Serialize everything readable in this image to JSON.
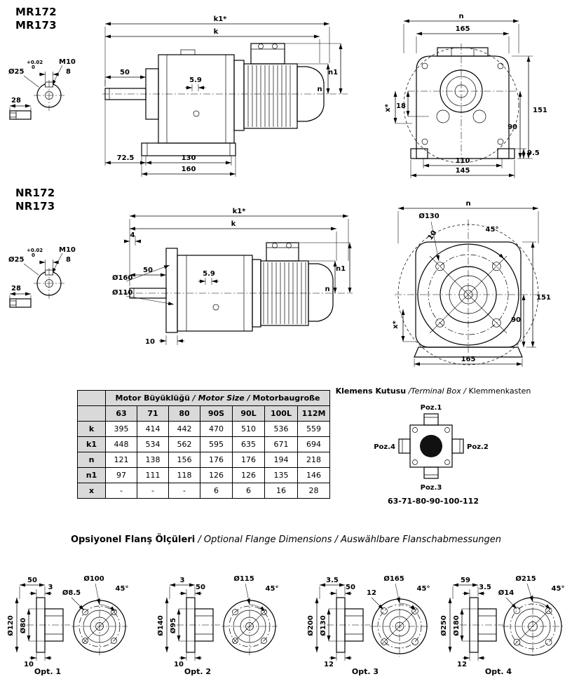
{
  "mr": {
    "title1": "MR172",
    "title2": "MR173",
    "shaft": {
      "tol_top": "+0.02",
      "tol_bot": "0",
      "dia": "Ø25",
      "thread": "M10",
      "key": "8",
      "len": "28"
    },
    "side": {
      "k1": "k1*",
      "k": "k",
      "shaft_len": "50",
      "step": "5.9",
      "n1": "n1",
      "n": "n",
      "foot1": "72.5",
      "foot2": "130",
      "foot3": "160"
    },
    "front": {
      "n": "n",
      "w165": "165",
      "h151": "151",
      "h90": "90",
      "h18": "18",
      "x": "x*",
      "h95": "9.5",
      "w110": "110",
      "w145": "145"
    }
  },
  "nr": {
    "title1": "NR172",
    "title2": "NR173",
    "shaft": {
      "tol_top": "+0.02",
      "tol_bot": "0",
      "dia": "Ø25",
      "thread": "M10",
      "key": "8",
      "len": "28"
    },
    "side": {
      "k1": "k1*",
      "k": "k",
      "gap": "4",
      "shaft_len": "50",
      "step": "5.9",
      "flange_dia": "Ø160",
      "hub_dia": "Ø110",
      "n1": "n1",
      "n": "n",
      "thk": "10"
    },
    "front": {
      "n": "n",
      "bolt_circle": "Ø130",
      "hole": "10",
      "angle": "45°",
      "h151": "151",
      "h90": "90",
      "x": "x*",
      "w165": "165"
    }
  },
  "dim_table": {
    "title_tr": "Motor Büyüklüğü",
    "title_en": " / Motor Size / ",
    "title_de": "Motorbaugroße",
    "sizes": [
      "63",
      "71",
      "80",
      "90S",
      "90L",
      "100L",
      "112M"
    ],
    "rows": [
      {
        "label": "k",
        "values": [
          "395",
          "414",
          "442",
          "470",
          "510",
          "536",
          "559"
        ]
      },
      {
        "label": "k1",
        "values": [
          "448",
          "534",
          "562",
          "595",
          "635",
          "671",
          "694"
        ]
      },
      {
        "label": "n",
        "values": [
          "121",
          "138",
          "156",
          "176",
          "176",
          "194",
          "218"
        ]
      },
      {
        "label": "n1",
        "values": [
          "97",
          "111",
          "118",
          "126",
          "126",
          "135",
          "146"
        ]
      },
      {
        "label": "x",
        "values": [
          "-",
          "-",
          "-",
          "6",
          "6",
          "16",
          "28"
        ]
      }
    ]
  },
  "terminal": {
    "title_tr": "Klemens Kutusu",
    "title_en": " /Terminal Box / ",
    "title_de": "Klemmenkasten",
    "poz": [
      "Poz.1",
      "Poz.2",
      "Poz.3",
      "Poz.4"
    ],
    "caption": "63-71-80-90-100-112"
  },
  "flange_heading": {
    "bold": "Opsiyonel Flanş Ölçüleri",
    "italic": " / Optional Flange Dimensions / Auswählbare Flanschabmessungen"
  },
  "opts": [
    {
      "name": "Opt. 1",
      "dim_a": "50",
      "dim_b": "3",
      "hole": "Ø8.5",
      "bolt_circle": "Ø100",
      "angle": "45°",
      "outer": "Ø120",
      "inner": "Ø80",
      "thk": "10"
    },
    {
      "name": "Opt. 2",
      "dim_a": "3",
      "dim_b": "50",
      "bolt_circle": "Ø115",
      "angle": "45°",
      "outer": "Ø140",
      "inner": "Ø95",
      "thk": "10"
    },
    {
      "name": "Opt. 3",
      "dim_a": "3.5",
      "dim_b": "50",
      "hole": "12",
      "bolt_circle": "Ø165",
      "angle": "45°",
      "outer": "Ø200",
      "inner": "Ø130",
      "thk": "12"
    },
    {
      "name": "Opt. 4",
      "dim_a": "59",
      "dim_b": "3.5",
      "hole": "Ø14",
      "bolt_circle": "Ø215",
      "angle": "45°",
      "outer": "Ø250",
      "inner": "Ø180",
      "thk": "12"
    }
  ]
}
